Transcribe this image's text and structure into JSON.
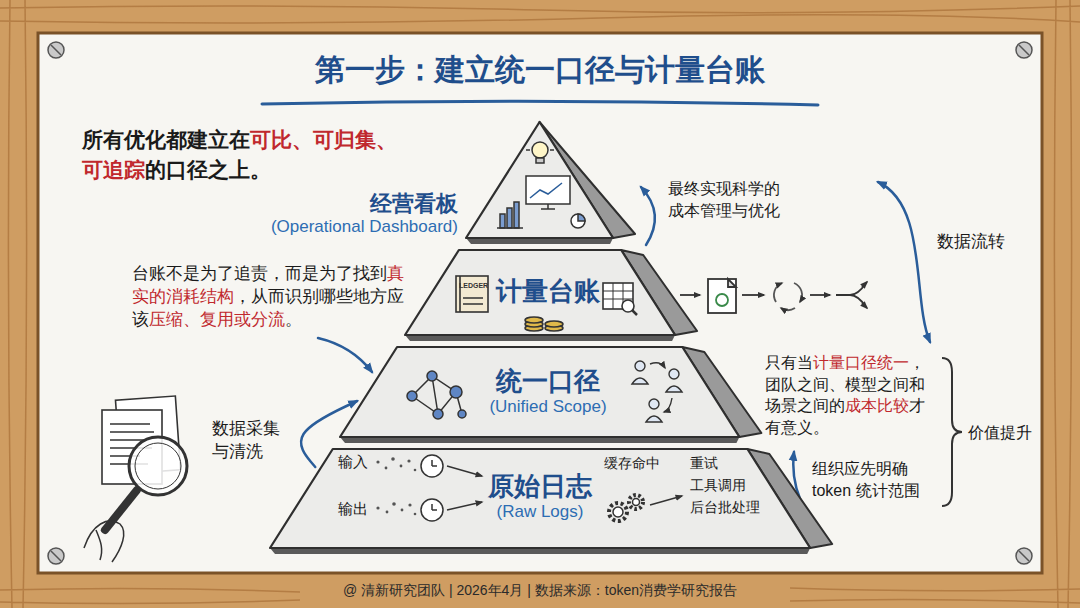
{
  "diagram": {
    "title": "第一步：建立统一口径与计量台账",
    "caption": "@ 清新研究团队 | 2026年4月 | 数据来源：token消费学研究报告",
    "nodes": [
      {
        "text": [
          "经营看板",
          "(Operational Dashboard)"
        ]
      },
      {
        "text": [
          "计量台账"
        ]
      },
      {
        "text": [
          "统一口径",
          "(Unified Scope)"
        ]
      },
      {
        "text": [
          "原始日志",
          "(Raw Logs)"
        ]
      }
    ],
    "edges": [
      {
        "from": 3,
        "to": 2,
        "arrow": "to"
      }
    ],
    "labels": [
      "所有优化都建立在可比、可归集、可追踪的口径之上。",
      "最终实现科学的成本管理与优化",
      "数据流转",
      "台账不是为了追责，而是为了找到真实的消耗结构，从而识别哪些地方应该压缩、复用或分流。",
      "只有当计量口径统一，团队之间、模型之间和场景之间的成本比较才有意义。",
      "价值提升",
      "数据采集与清洗",
      "输入",
      "缓存命中",
      "重试",
      "工具调用",
      "后台批处理",
      "输出",
      "组织应先明确 token 统计范围",
      "LEDGER"
    ]
  }
}
